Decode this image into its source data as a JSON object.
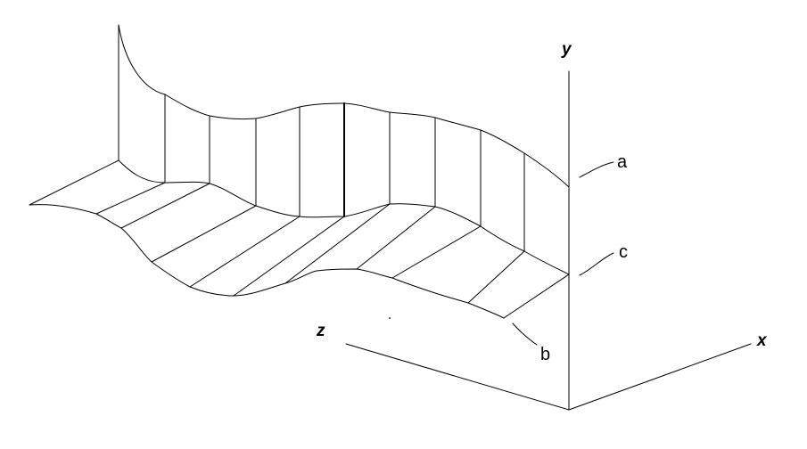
{
  "axes": {
    "y_label": "y",
    "z_label": "z",
    "x_label": "x"
  },
  "points": {
    "a_label": "a",
    "c_label": "c",
    "b_label": "b"
  }
}
